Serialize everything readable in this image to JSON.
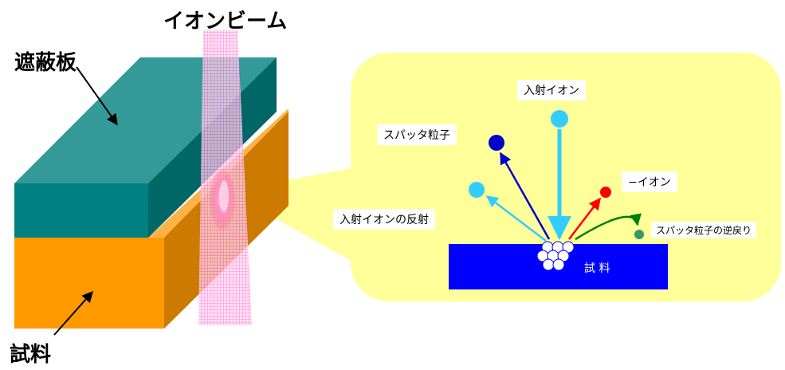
{
  "title": "イオンビーム",
  "labels": {
    "shield": "遮蔽板",
    "sample": "試料",
    "incident_ion": "入射イオン",
    "sputter_particle": "スパッタ粒子",
    "negative_ion": "−イオン",
    "reflection": "入射イオンの反射",
    "redeposition": "スパッタ粒子の逆戻り",
    "sample_inset": "試 料"
  },
  "colors": {
    "shield_top": "#339999",
    "shield_front": "#008080",
    "shield_side": "#006666",
    "sample_front": "#ff9900",
    "sample_side": "#cc7a00",
    "beam": "#ff66cc",
    "inset_bg": "#ffff99",
    "inset_sample": "#0000ff",
    "incident_ion": "#33ccff",
    "sputter_particle": "#0000cc",
    "negative_ion": "#ff0000",
    "redeposit": "#008000",
    "redeposit_dot": "#339966"
  }
}
